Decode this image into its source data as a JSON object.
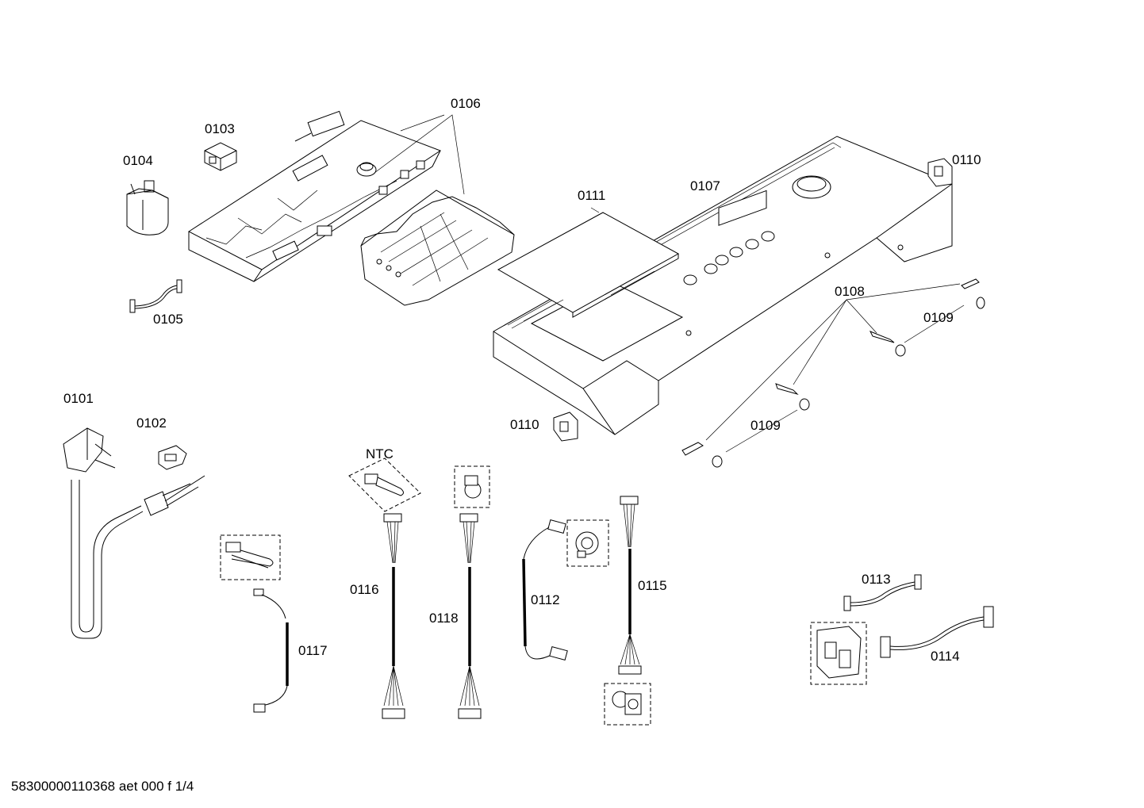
{
  "labels": {
    "p0101": "0101",
    "p0102": "0102",
    "p0103": "0103",
    "p0104": "0104",
    "p0105": "0105",
    "p0106": "0106",
    "p0107": "0107",
    "p0108": "0108",
    "p0109a": "0109",
    "p0109b": "0109",
    "p0110a": "0110",
    "p0110b": "0110",
    "p0111": "0111",
    "p0112": "0112",
    "p0113": "0113",
    "p0114": "0114",
    "p0115": "0115",
    "p0116": "0116",
    "p0117": "0117",
    "p0118": "0118",
    "ntc": "NTC"
  },
  "footer": {
    "document_id": "58300000110368 aet 000 f 1/4"
  }
}
